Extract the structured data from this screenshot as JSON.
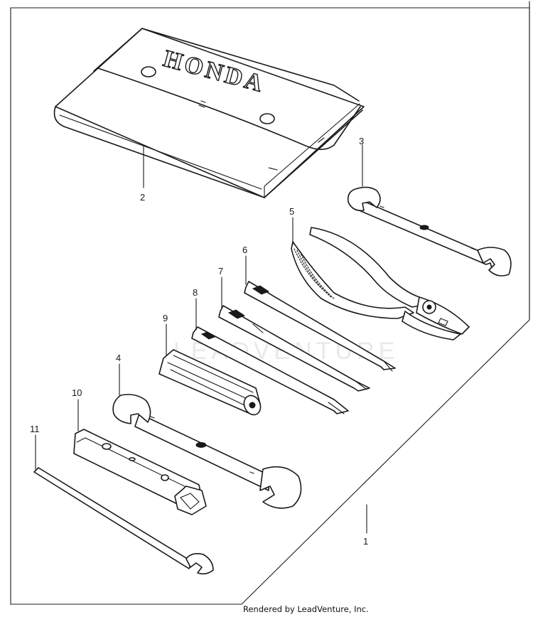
{
  "diagram": {
    "logo_text": "HONDA",
    "watermark": "LEADVENTURE",
    "credit": "Rendered by LeadVenture, Inc.",
    "callouts": [
      "1",
      "2",
      "3",
      "4",
      "5",
      "6",
      "7",
      "8",
      "9",
      "10",
      "11"
    ]
  }
}
